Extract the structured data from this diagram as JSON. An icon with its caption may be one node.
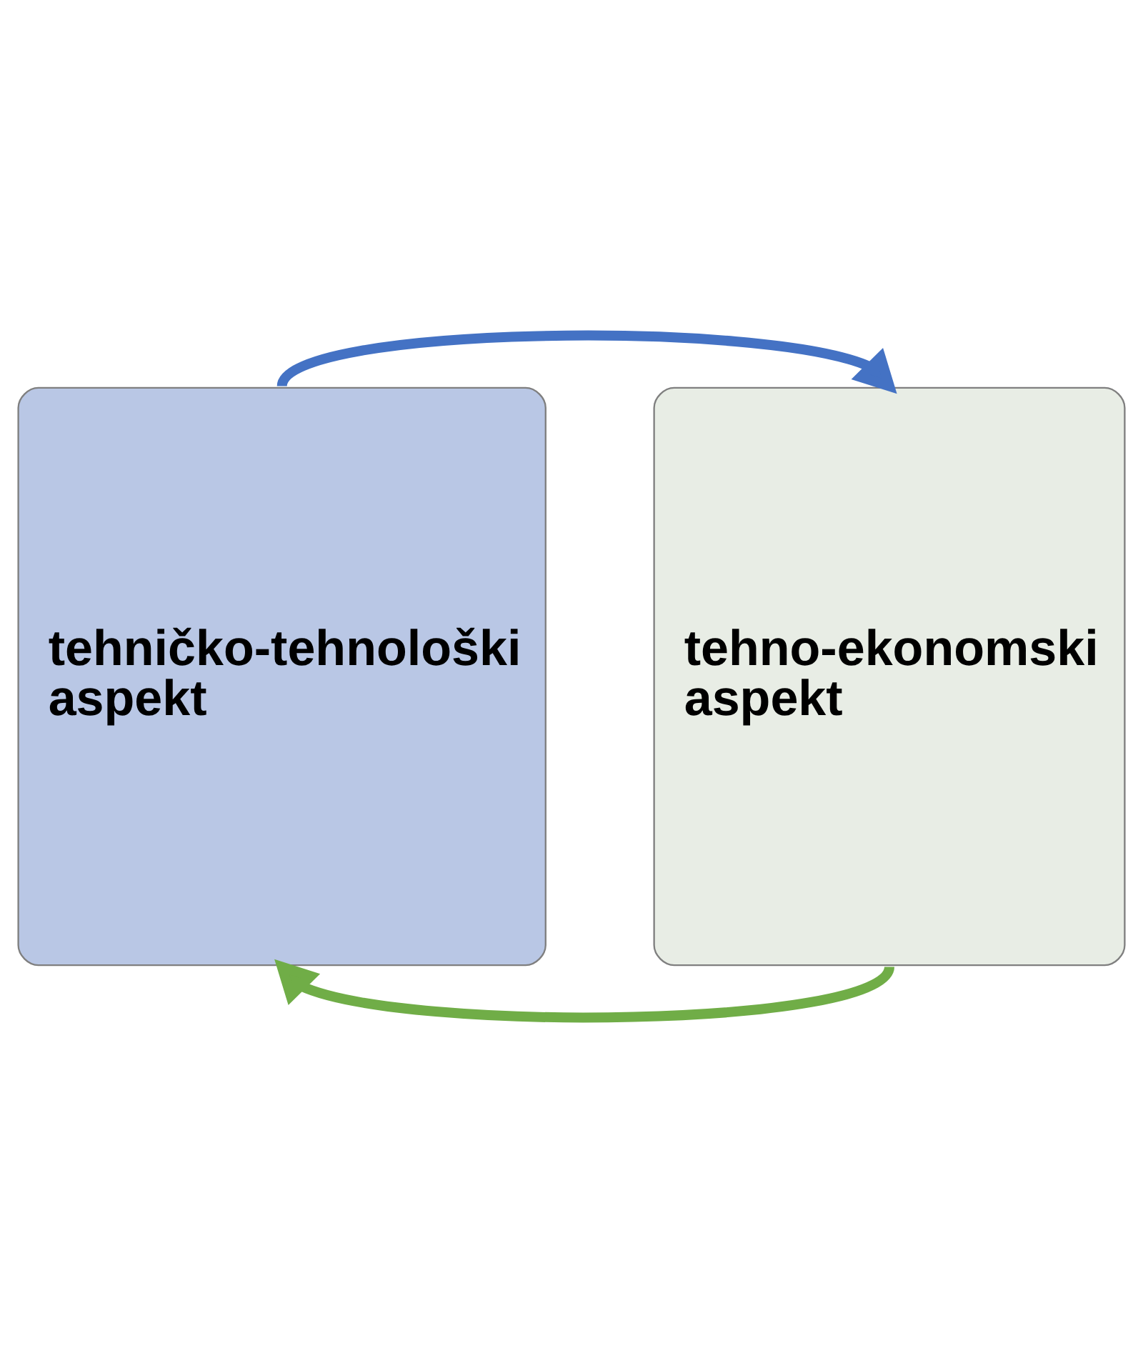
{
  "diagram": {
    "nodes": [
      {
        "text": [
          "tehničko-tehnološki aspekt"
        ]
      },
      {
        "text": [
          "tehno-ekonomski aspekt"
        ]
      }
    ],
    "edges": [
      {
        "from": 0,
        "to": 1,
        "arrow": "to",
        "color": "#4472c4"
      },
      {
        "from": 1,
        "to": 0,
        "arrow": "to",
        "color": "#70ad47"
      }
    ]
  }
}
